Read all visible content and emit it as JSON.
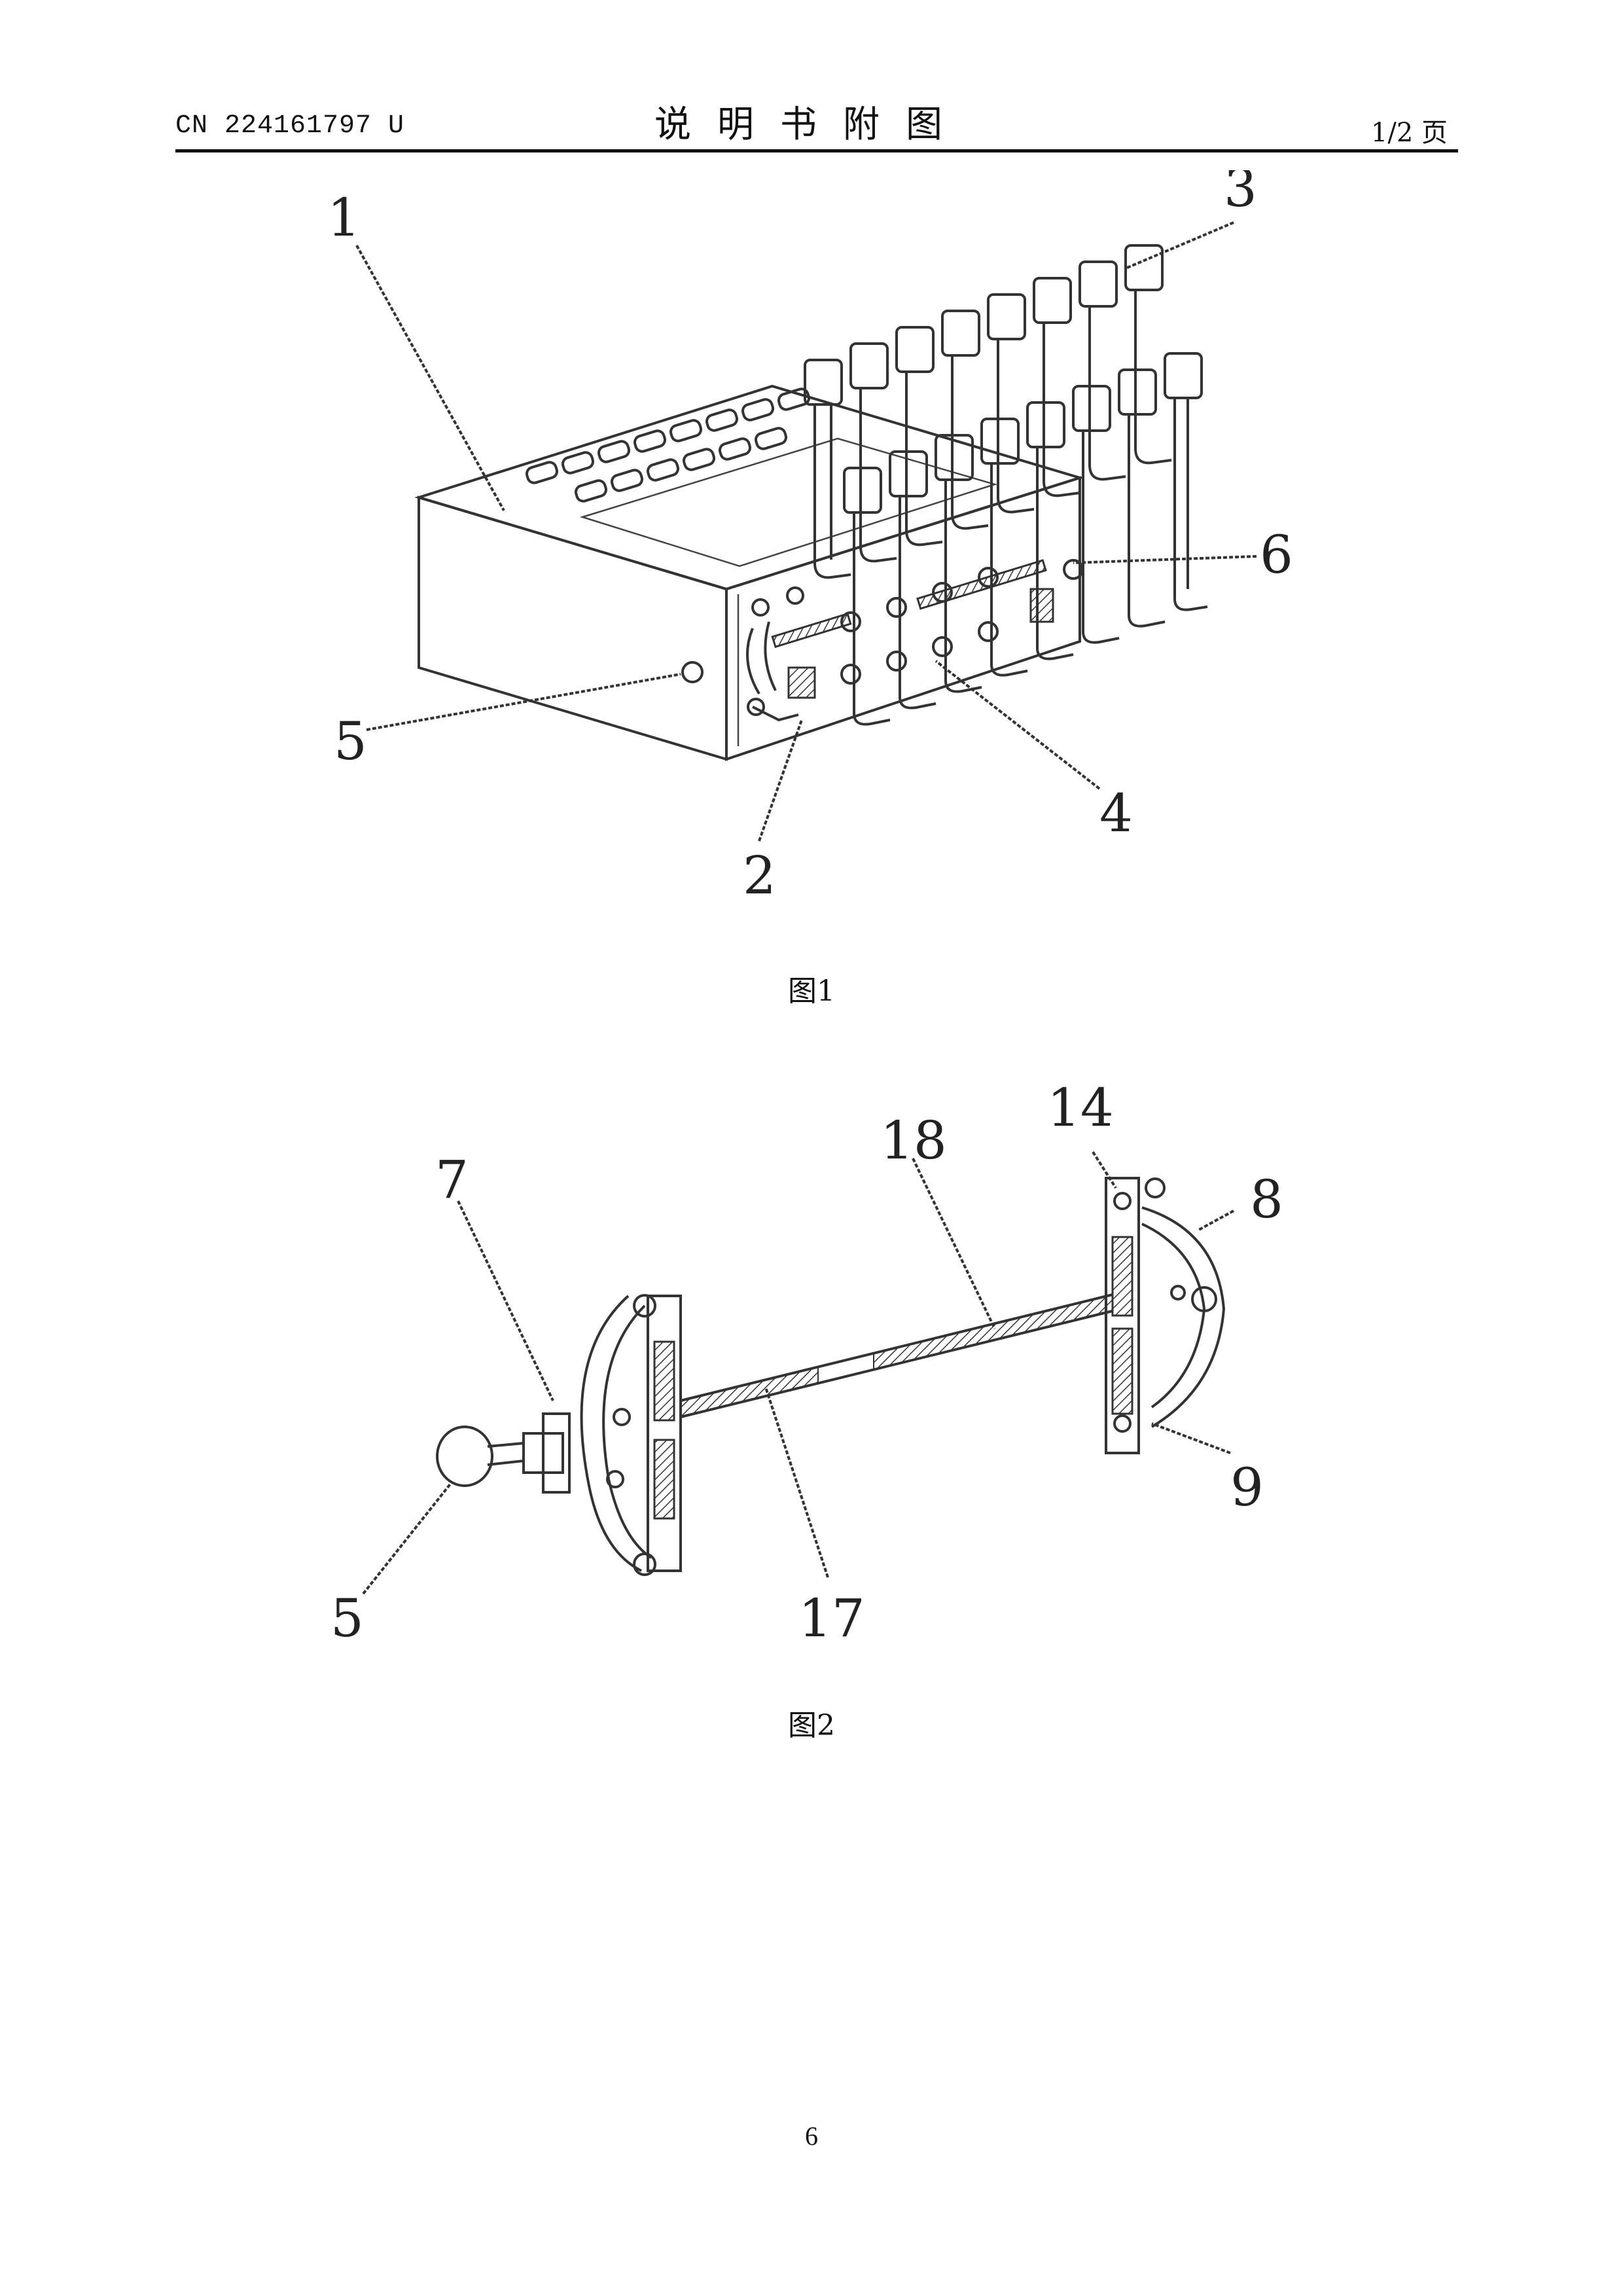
{
  "header": {
    "publication_number": "CN 224161797 U",
    "title": "说明书附图",
    "page_of": "1/2 页"
  },
  "figure1": {
    "caption": "图1",
    "labels": [
      "1",
      "2",
      "3",
      "4",
      "5",
      "6"
    ]
  },
  "figure2": {
    "caption": "图2",
    "labels": [
      "5",
      "7",
      "8",
      "9",
      "14",
      "17",
      "18"
    ]
  },
  "footer": {
    "page_number": "6"
  }
}
